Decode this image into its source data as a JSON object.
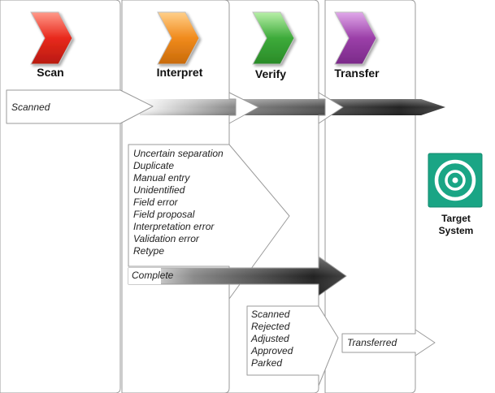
{
  "stages": [
    {
      "label": "Scan",
      "color": "#e8291c"
    },
    {
      "label": "Interpret",
      "color": "#f08a1c"
    },
    {
      "label": "Verify",
      "color": "#3daa3a"
    },
    {
      "label": "Transfer",
      "color": "#9b3fa8"
    }
  ],
  "flows": {
    "scanned": "Scanned",
    "complete": "Complete",
    "transferred": "Transferred"
  },
  "interpret_statuses": [
    "Uncertain separation",
    "Duplicate",
    "Manual entry",
    "Unidentified",
    "Field error",
    "Field proposal",
    "Interpretation error",
    "Validation error",
    "Retype"
  ],
  "verify_statuses": [
    "Scanned",
    "Rejected",
    "Adjusted",
    "Approved",
    "Parked"
  ],
  "target": {
    "line1": "Target",
    "line2": "System",
    "icon": "target-icon",
    "color": "#1aa585"
  }
}
